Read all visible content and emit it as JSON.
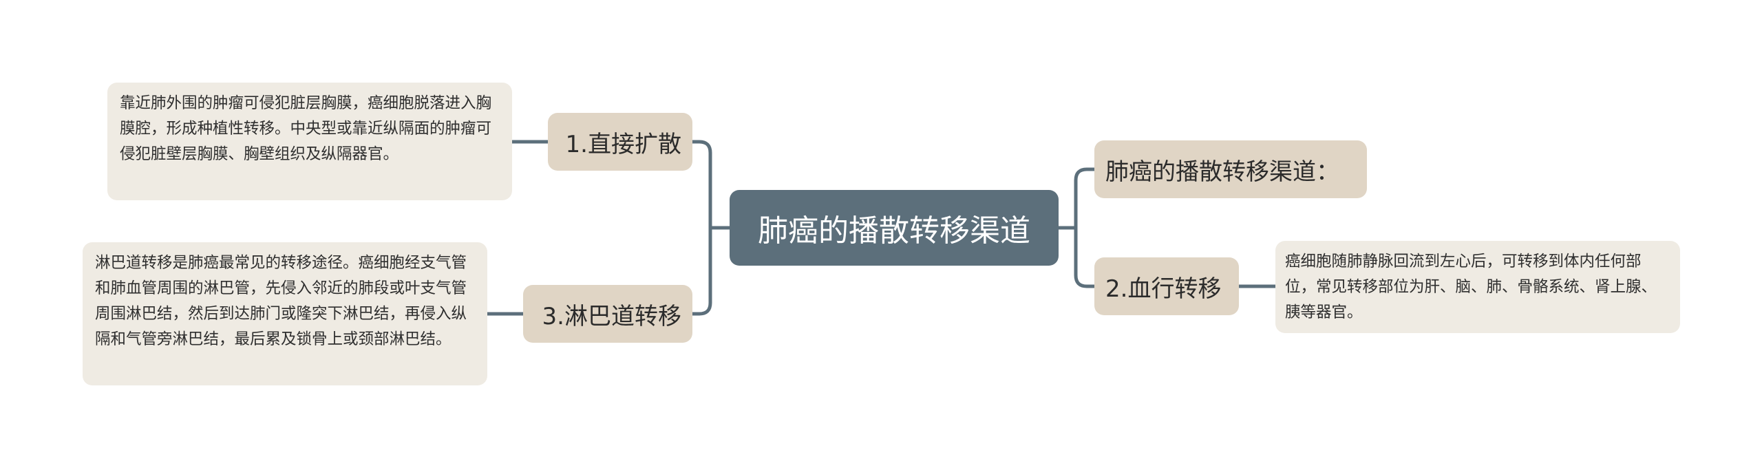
{
  "colors": {
    "root_bg": "#5c6f7b",
    "root_text": "#ffffff",
    "branch_bg": "#e0d5c5",
    "leaf_bg": "#efebe3",
    "connector": "#5c6f7b",
    "text": "#2b2b2b"
  },
  "mindmap": {
    "root": {
      "label": "肺癌的播散转移渠道"
    },
    "left_branches": [
      {
        "label": "1.直接扩散",
        "detail": "靠近肺外围的肿瘤可侵犯脏层胸膜，癌细胞脱落进入胸膜腔，形成种植性转移。中央型或靠近纵隔面的肿瘤可侵犯脏壁层胸膜、胸壁组织及纵隔器官。"
      },
      {
        "label": "3.淋巴道转移",
        "detail": "淋巴道转移是肺癌最常见的转移途径。癌细胞经支气管和肺血管周围的淋巴管，先侵入邻近的肺段或叶支气管周围淋巴结，然后到达肺门或隆突下淋巴结，再侵入纵隔和气管旁淋巴结，最后累及锁骨上或颈部淋巴结。"
      }
    ],
    "right_branches": [
      {
        "label": "肺癌的播散转移渠道："
      },
      {
        "label": "2.血行转移",
        "detail": "癌细胞随肺静脉回流到左心后，可转移到体内任何部位，常见转移部位为肝、脑、肺、骨骼系统、肾上腺、胰等器官。"
      }
    ]
  }
}
